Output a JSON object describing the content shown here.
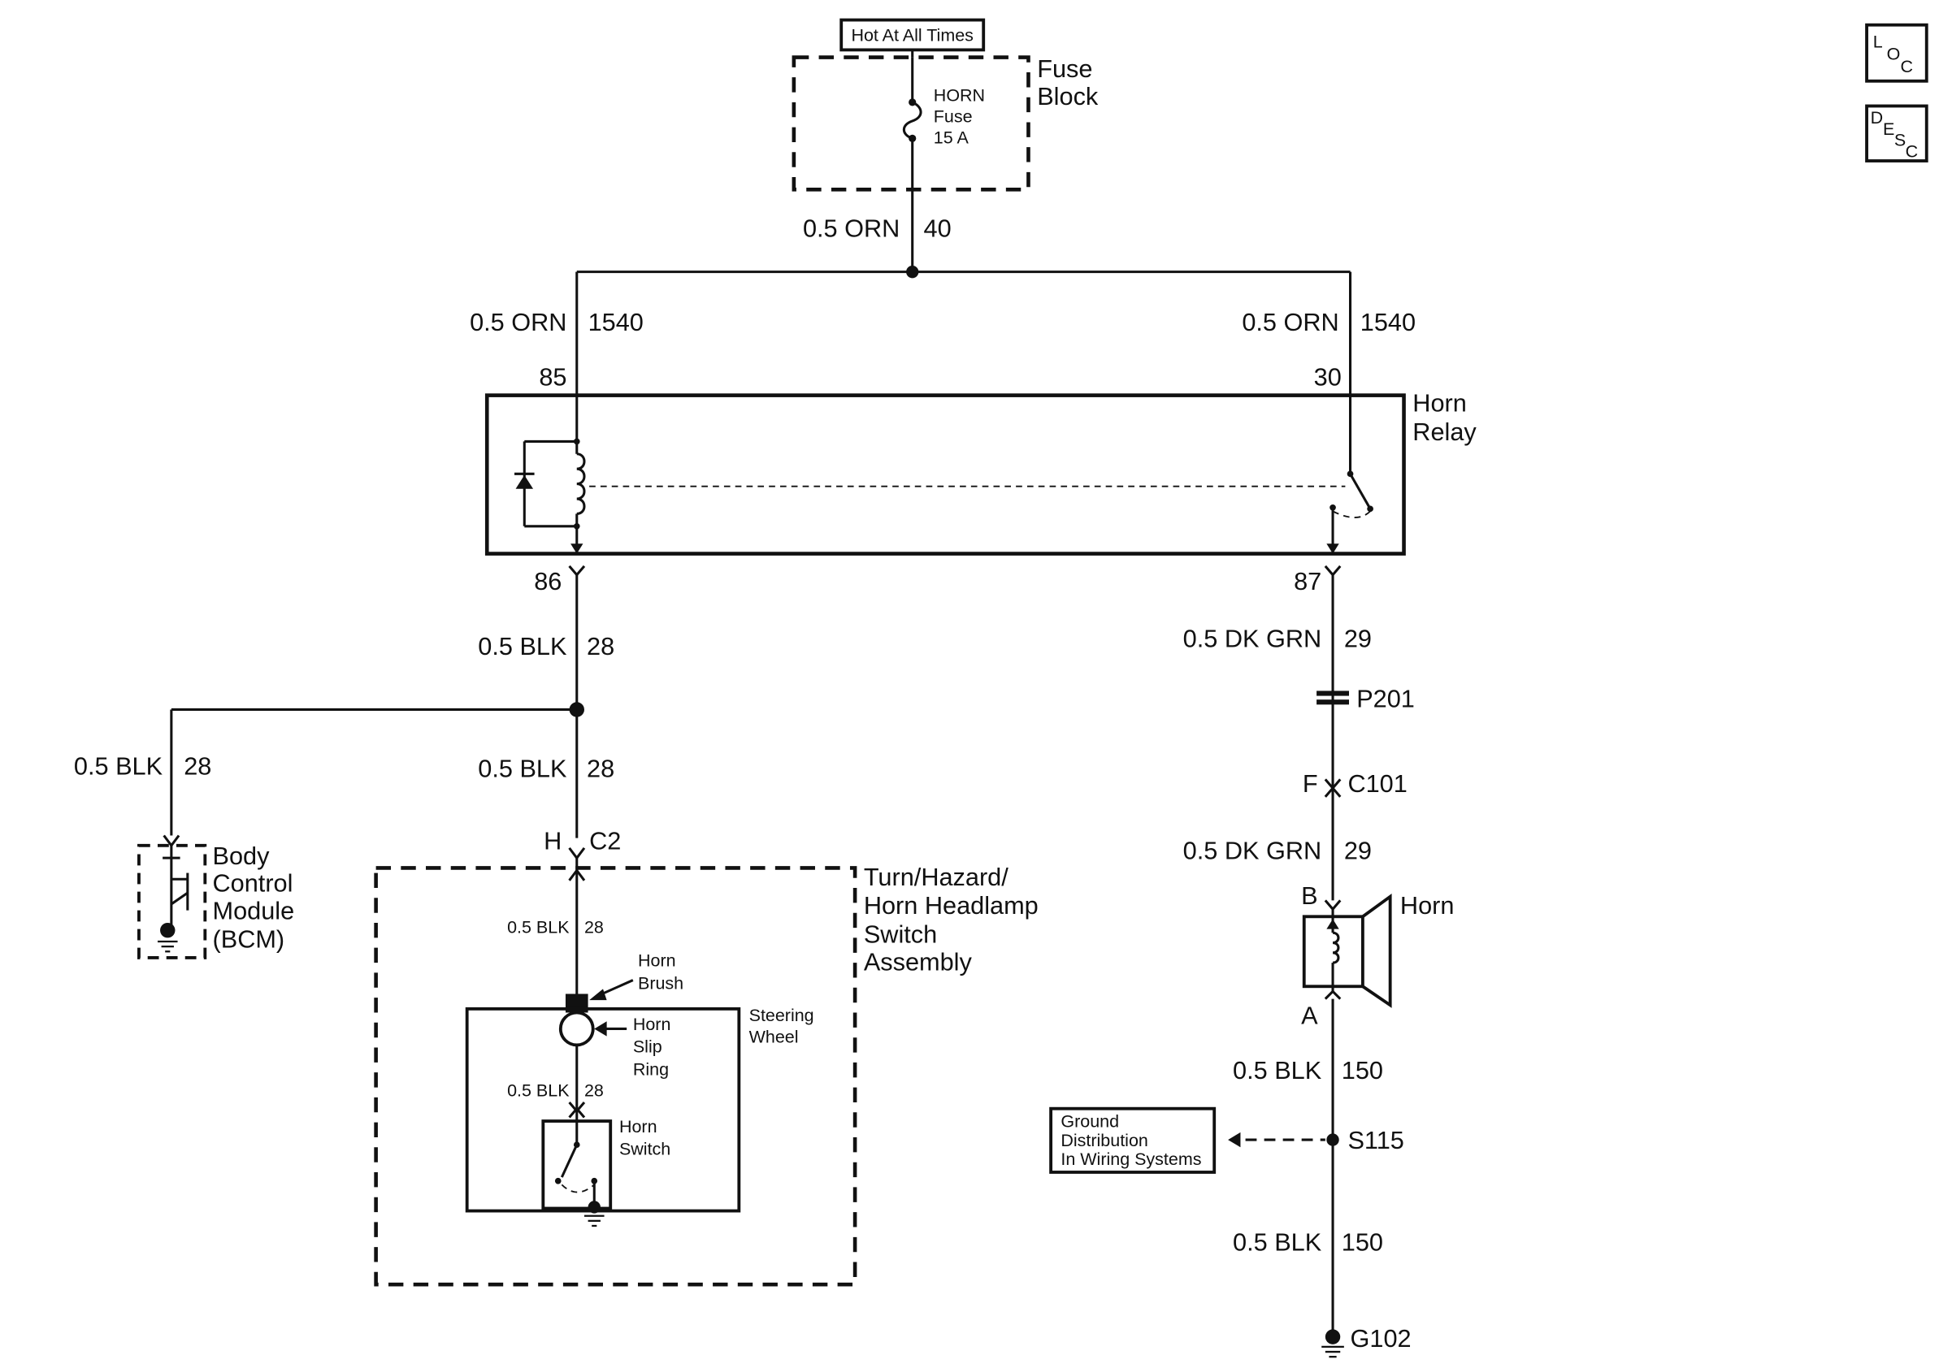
{
  "header": {
    "hot_label": "Hot At All Times",
    "fuse_block": [
      "Fuse",
      "Block"
    ],
    "fuse": [
      "HORN",
      "Fuse",
      "15 A"
    ]
  },
  "icons": {
    "loc": [
      "L",
      "O",
      "C"
    ],
    "desc": [
      "D",
      "E",
      "S",
      "C"
    ]
  },
  "wires": {
    "feed": [
      "0.5 ORN",
      "40"
    ],
    "relay_85_feed": [
      "0.5 ORN",
      "1540"
    ],
    "relay_30_feed": [
      "0.5 ORN",
      "1540"
    ],
    "relay_out": [
      "0.5 BLK",
      "28"
    ],
    "bcm_wire": [
      "0.5 BLK",
      "28"
    ],
    "switch_wire": [
      "0.5 BLK",
      "28"
    ],
    "horn_feed": [
      "0.5 DK GRN",
      "29"
    ],
    "horn_feed_2": [
      "0.5 DK GRN",
      "29"
    ],
    "ground_1": [
      "0.5 BLK",
      "150"
    ],
    "ground_2": [
      "0.5 BLK",
      "150"
    ]
  },
  "relay": {
    "title": [
      "Horn",
      "Relay"
    ],
    "pins": [
      "85",
      "30",
      "86",
      "87"
    ]
  },
  "bcm": {
    "title": [
      "Body",
      "Control",
      "Module",
      "(BCM)"
    ]
  },
  "switch_assembly": {
    "connector": [
      "H",
      "C2"
    ],
    "title": [
      "Turn/Hazard/",
      "Horn Headlamp",
      "Switch",
      "Assembly"
    ],
    "inner_wire_1": [
      "0.5 BLK",
      "28"
    ],
    "inner_wire_2": [
      "0.5 BLK",
      "28"
    ],
    "brush": [
      "Horn",
      "Brush"
    ],
    "slip_ring": [
      "Horn",
      "Slip",
      "Ring"
    ],
    "steering": [
      "Steering",
      "Wheel"
    ],
    "horn_switch": [
      "Horn",
      "Switch"
    ]
  },
  "connectors": {
    "p201": "P201",
    "c101": [
      "F",
      "C101"
    ],
    "horn_pins": [
      "B",
      "A"
    ],
    "s115": "S115",
    "g102": "G102"
  },
  "horn": {
    "title": "Horn"
  },
  "ground_distribution": [
    "Ground",
    "Distribution",
    "In Wiring Systems"
  ]
}
